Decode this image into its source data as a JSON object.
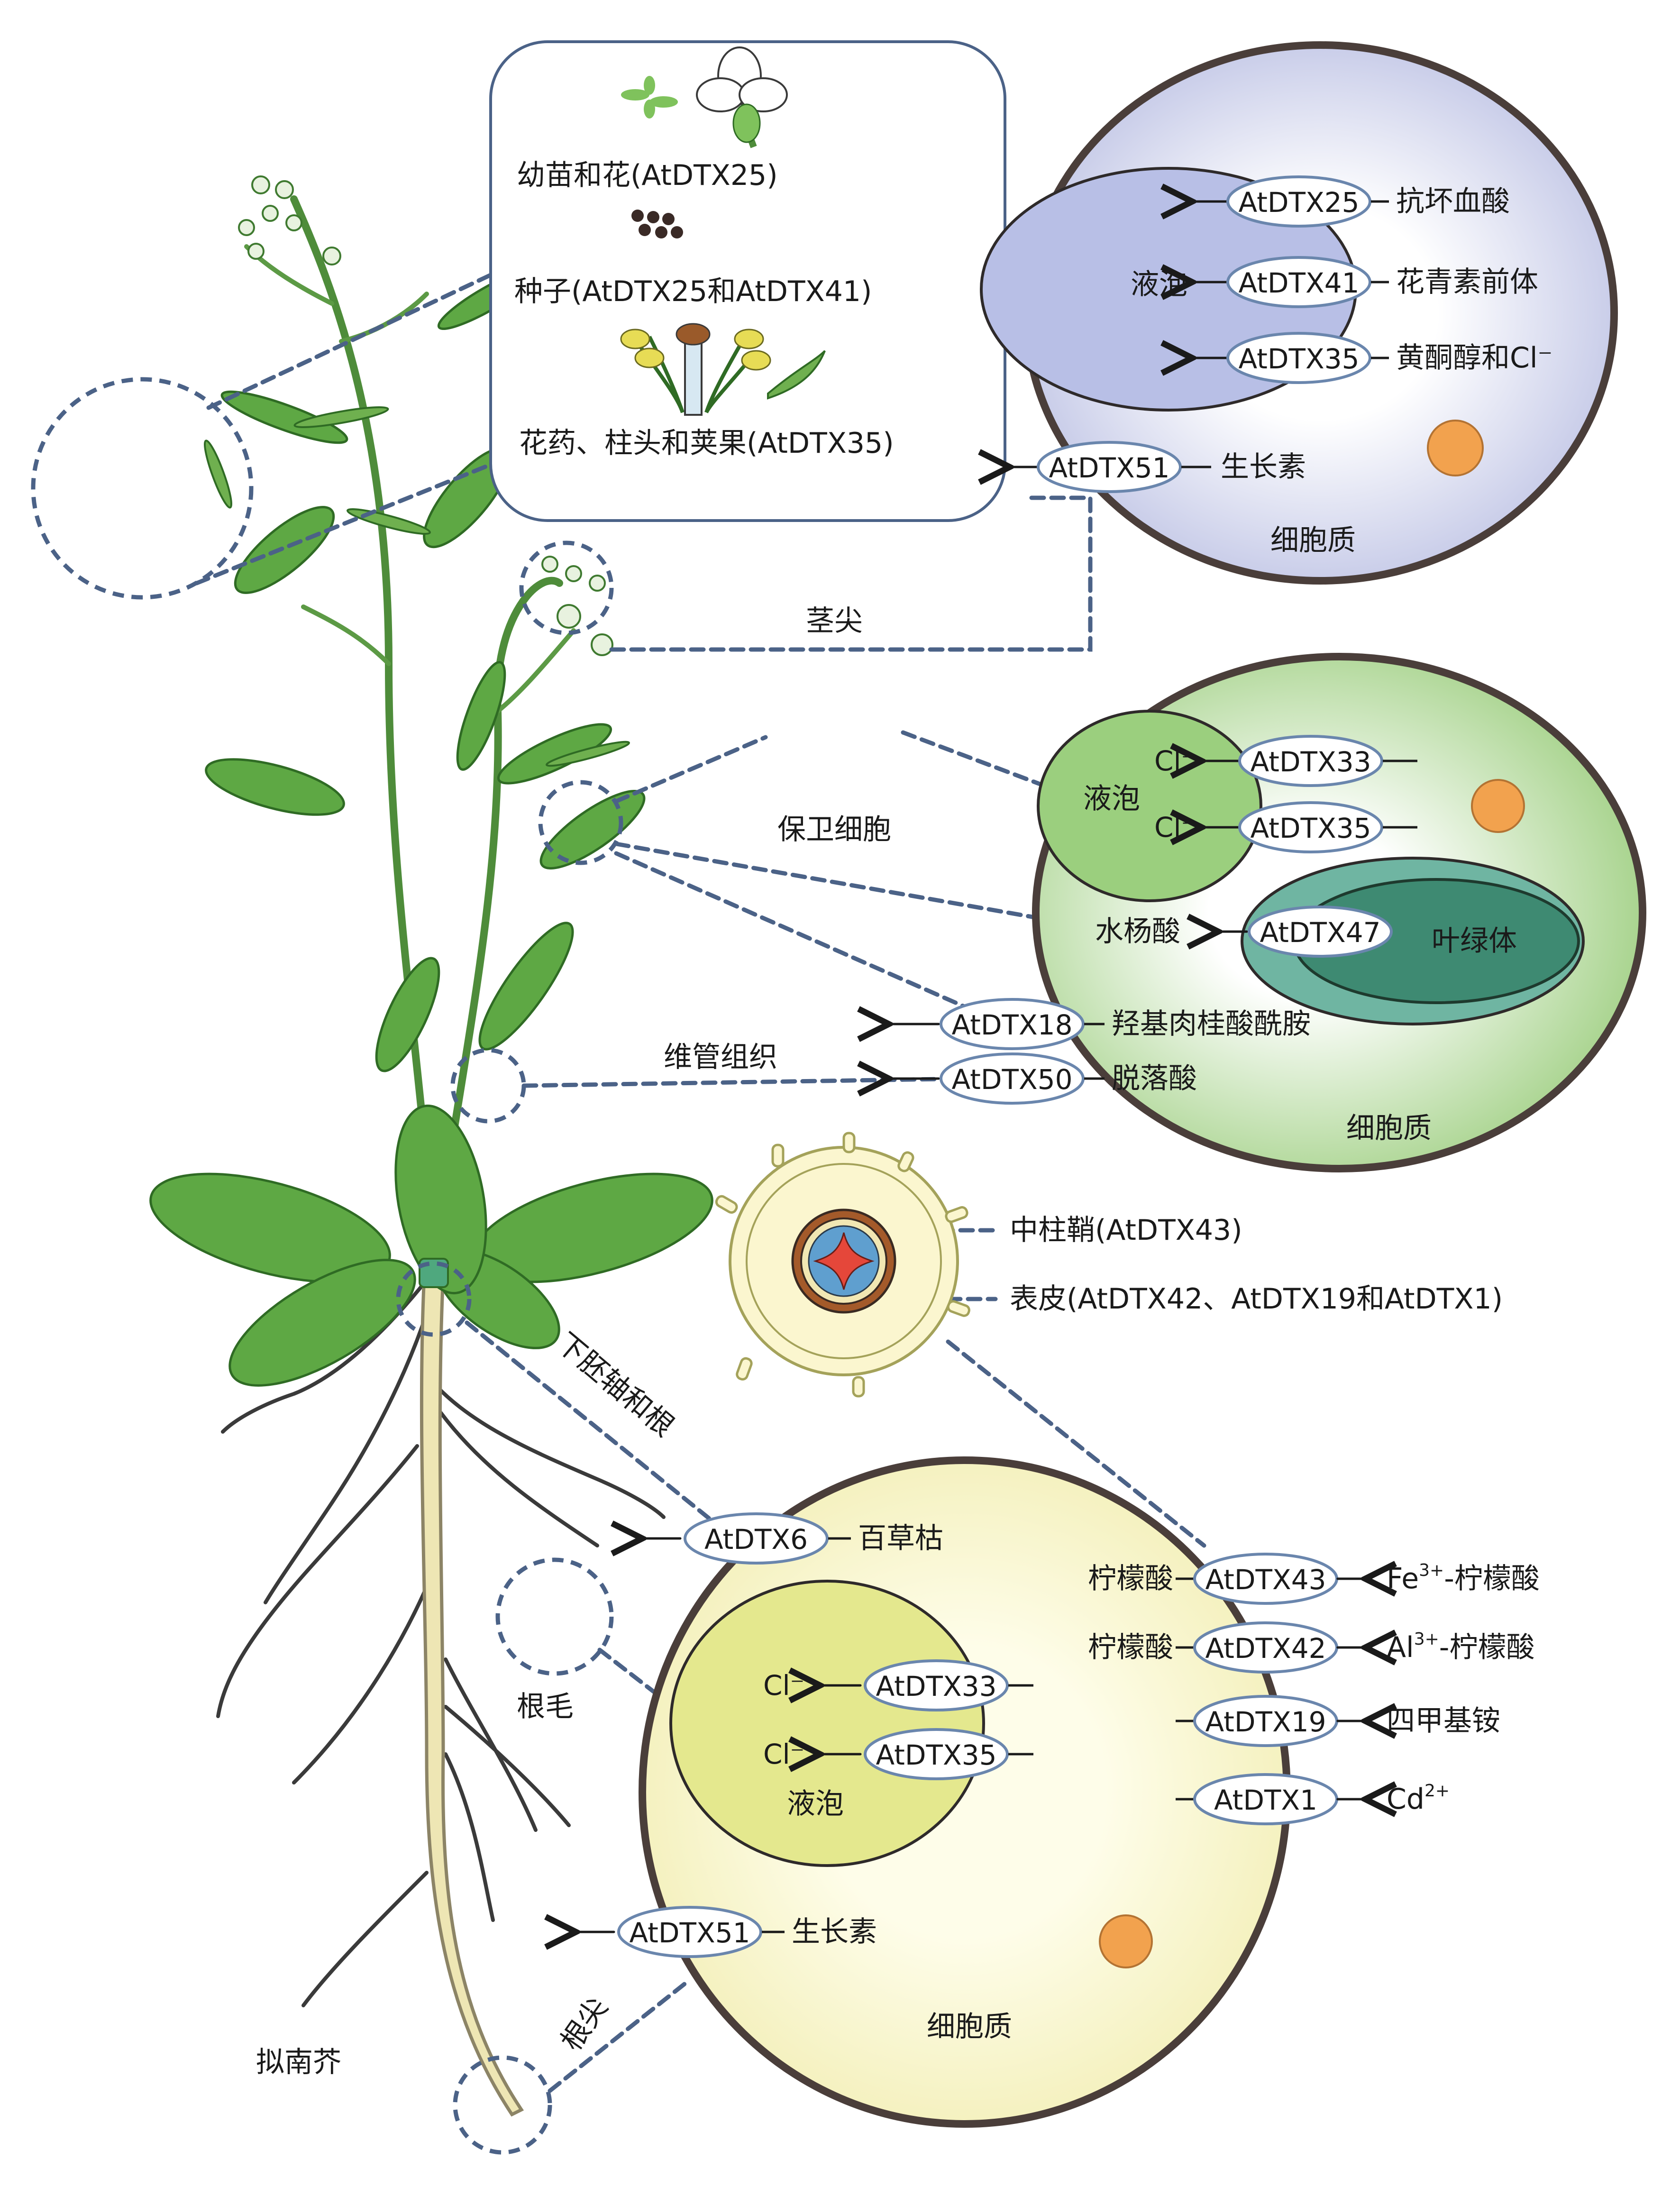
{
  "colors": {
    "dash": "#4b6287",
    "pill_border": "#6a86ad",
    "cell1_gradient": [
      "#ffffff",
      "#c9cde9"
    ],
    "vacuole1": "#b8bfe6",
    "cell2_gradient": [
      "#ffffff",
      "#a9d48f"
    ],
    "vacuole2": "#9bcf7e",
    "chloroplast_outer": "#6fb5a2",
    "chloroplast_inner": "#3e8a72",
    "cell3_fill": "#f7f4cc",
    "vacuole3": "#e4e88e",
    "nucleus": "#f2a24e",
    "leaf": "#5ea844"
  },
  "labels": {
    "plant": "拟南芥",
    "shoot_tip": "茎尖",
    "guard_cell": "保卫细胞",
    "vascular": "维管组织",
    "hypocotyl_root": "下胚轴和根",
    "root_hair": "根毛",
    "root_tip": "根尖"
  },
  "tissue_box": {
    "seedling_flower": "幼苗和花(AtDTX25)",
    "seed": "种子(AtDTX25和AtDTX41)",
    "anther": "花药、柱头和荚果(AtDTX35)"
  },
  "cell_top": {
    "vacuole": "液泡",
    "cytoplasm": "细胞质",
    "transporters": [
      {
        "name": "AtDTX25",
        "substrate": "抗坏血酸"
      },
      {
        "name": "AtDTX41",
        "substrate": "花青素前体"
      },
      {
        "name": "AtDTX35",
        "substrate": "黄酮醇和Cl⁻"
      }
    ],
    "plasma": {
      "name": "AtDTX51",
      "substrate": "生长素"
    }
  },
  "cell_mid": {
    "vacuole": "液泡",
    "cytoplasm": "细胞质",
    "chloroplast": "叶绿体",
    "vac_transporters": [
      {
        "name": "AtDTX33",
        "ion": "Cl⁻"
      },
      {
        "name": "AtDTX35",
        "ion": "Cl⁻"
      }
    ],
    "chloro_transporter": {
      "name": "AtDTX47",
      "substrate": "水杨酸"
    },
    "plasma": [
      {
        "name": "AtDTX18",
        "substrate": "羟基肉桂酸酰胺"
      },
      {
        "name": "AtDTX50",
        "substrate": "脱落酸"
      }
    ]
  },
  "root_section": {
    "pericycle": "中柱鞘(AtDTX43)",
    "epidermis": "表皮(AtDTX42、AtDTX19和AtDTX1)"
  },
  "cell_bot": {
    "vacuole": "液泡",
    "cytoplasm": "细胞质",
    "vac_transporters": [
      {
        "name": "AtDTX33",
        "ion": "Cl⁻"
      },
      {
        "name": "AtDTX35",
        "ion": "Cl⁻"
      }
    ],
    "plasma_out": [
      {
        "name": "AtDTX6",
        "substrate": "百草枯"
      },
      {
        "name": "AtDTX51",
        "substrate": "生长素"
      }
    ],
    "plasma_in": [
      {
        "name": "AtDTX43",
        "left": "柠檬酸",
        "right_main": "Fe",
        "right_sup": "3+",
        "right_tail": "-柠檬酸"
      },
      {
        "name": "AtDTX42",
        "left": "柠檬酸",
        "right_main": "Al",
        "right_sup": "3+",
        "right_tail": "-柠檬酸"
      },
      {
        "name": "AtDTX19",
        "left": "",
        "right_main": "四甲基铵",
        "right_sup": "",
        "right_tail": ""
      },
      {
        "name": "AtDTX1",
        "left": "",
        "right_main": "Cd",
        "right_sup": "2+",
        "right_tail": ""
      }
    ]
  }
}
